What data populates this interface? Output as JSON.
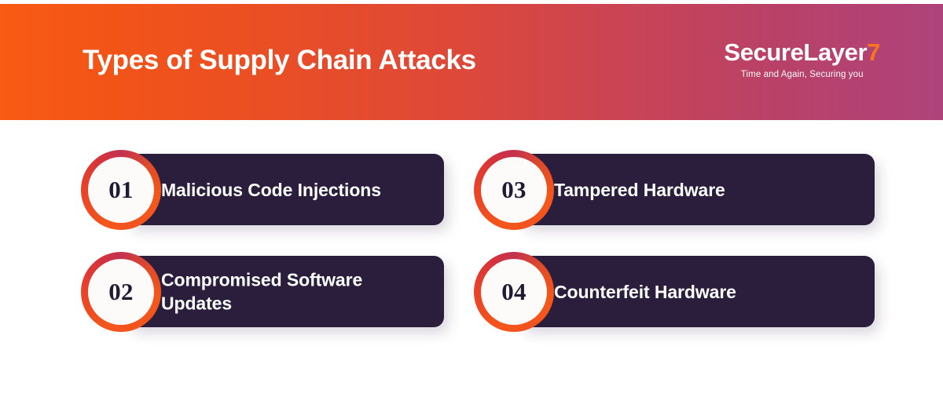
{
  "header": {
    "title": "Types of Supply Chain Attacks",
    "gradient_start": "#F95A14",
    "gradient_mid": "#DE4838",
    "gradient_end": "#AE437B",
    "logo": {
      "name_part1": "SecureLayer",
      "name_part2": "7",
      "accent_color": "#F7761C",
      "tagline": "Time and Again, Securing you"
    }
  },
  "cards": [
    {
      "number": "01",
      "label": "Malicious Code Injections"
    },
    {
      "number": "02",
      "label": "Compromised Software\nUpdates"
    },
    {
      "number": "03",
      "label": "Tampered Hardware"
    },
    {
      "number": "04",
      "label": "Counterfeit Hardware"
    }
  ],
  "colors": {
    "card_background": "#2A1E3C",
    "badge_ring_start": "#F2531E",
    "badge_ring_end": "#C3324F",
    "badge_inner": "#FCFBFA",
    "page_background": "#FFFFFF"
  }
}
